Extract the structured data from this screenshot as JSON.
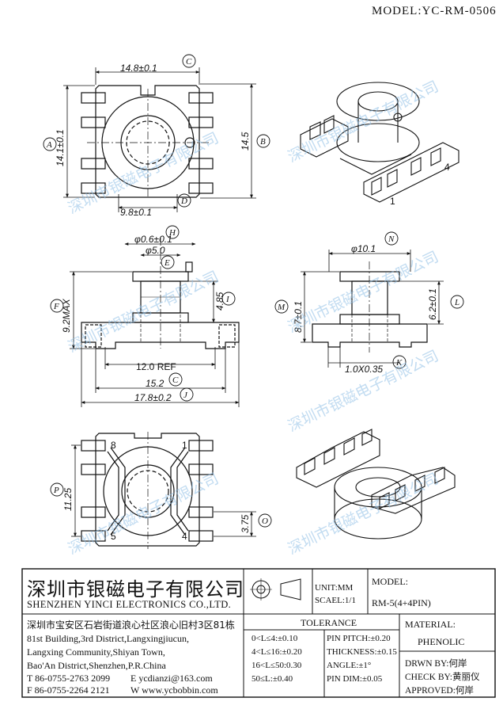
{
  "header": {
    "model": "MODEL:YC-RM-0506"
  },
  "watermark": {
    "text": "深圳市银磁电子有限公司"
  },
  "views": {
    "top": {
      "dim_width": "14.8±0.1",
      "dim_inner": "9.8±0.1",
      "dim_left": "14.1±0.1",
      "dim_right": "14.5",
      "refs": [
        "A",
        "B",
        "C",
        "D"
      ]
    },
    "front": {
      "dim_pin": "φ0.6±0.1",
      "dim_core": "φ5.0",
      "dim_height": "9.2MAX",
      "dim_winding": "4.85",
      "dim_ref": "12.0 REF",
      "dim_span": "15.2",
      "dim_total": "17.8±0.2",
      "refs": [
        "H",
        "E",
        "F",
        "I",
        "C",
        "J"
      ]
    },
    "side": {
      "dim_flange": "φ10.1",
      "dim_height": "8.7±0.1",
      "dim_inner": "6.2±0.1",
      "dim_pin": "1.0X0.35",
      "refs": [
        "N",
        "M",
        "L",
        "K"
      ]
    },
    "bottom": {
      "dim_span": "11.25",
      "dim_pitch": "3.75",
      "pin_labels": [
        "8",
        "1",
        "5",
        "4"
      ],
      "refs": [
        "P",
        "O"
      ]
    }
  },
  "title_block": {
    "company_cn": "深圳市银磁电子有限公司",
    "company_en": "SHENZHEN YINCI ELECTRONICS CO.,LTD.",
    "address_cn": "深圳市宝安区石岩街道浪心社区浪心旧村3区81栋",
    "address_en": [
      "81st Building,3rd District,Langxingjiucun,",
      "Langxing Community,Shiyan Town,",
      "Bao'An District,Shenzhen,P.R.China"
    ],
    "tel": "T 86-0755-2763 2099",
    "fax": "F 86-0755-2264 2121",
    "email": "E ycdianzi@163.com",
    "web": "W www.ycbobbin.com",
    "unit": "UNIT:MM",
    "scale": "SCAEL:1/1",
    "model_label": "MODEL:",
    "model_value": "RM-5(4+4PIN)",
    "tolerance_title": "TOLERANCE",
    "tolerances": [
      "0<L≤4:±0.10",
      "4<L≤16:±0.20",
      "16<L≤50:0.30",
      "50≤L:±0.40"
    ],
    "specs": [
      "PIN PITCH:±0.20",
      "THICKNESS:±0.15",
      "ANGLE:±1°",
      "PIN DIM:±0.05"
    ],
    "material_label": "MATERIAL:",
    "material_value": "PHENOLIC",
    "drawn": "DRWN BY:何岸",
    "check": "CHECK BY:黄丽仪",
    "approved": "APPROVED:何岸"
  }
}
